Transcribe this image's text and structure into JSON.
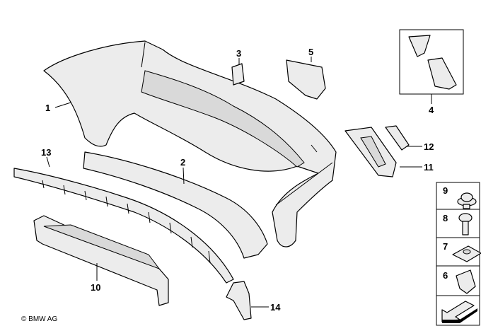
{
  "diagram": {
    "callouts": [
      "1",
      "2",
      "3",
      "4",
      "5",
      "6",
      "7",
      "8",
      "9",
      "10",
      "11",
      "12",
      "13",
      "14"
    ],
    "copyright": "© BMW AG"
  }
}
